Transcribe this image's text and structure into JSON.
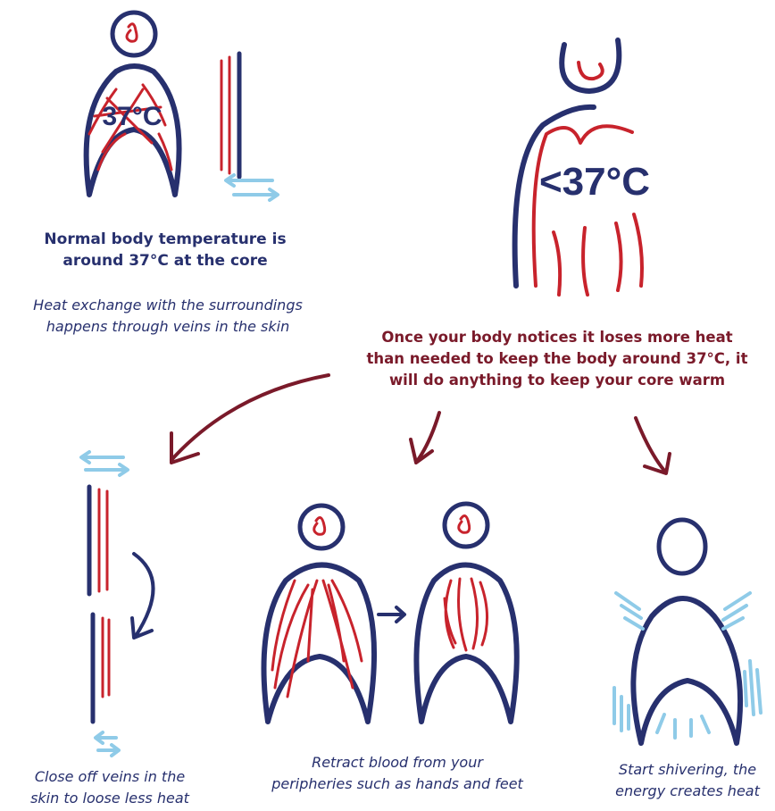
{
  "labels": {
    "core_temp": "37°C",
    "below_temp": "<37°C"
  },
  "captions": {
    "normal_line1": "Normal body temperature is",
    "normal_line2": "around 37°C at the core",
    "exchange_line1": "Heat exchange with the surroundings",
    "exchange_line2": "happens through veins in the skin",
    "notice_line1": "Once your body notices it loses more heat",
    "notice_line2": "than needed to keep the body around 37°C, it",
    "notice_line3": "will do anything to keep your core warm",
    "close_line1": "Close off veins in the",
    "close_line2": "skin to loose less heat",
    "retract_line1": "Retract blood from your",
    "retract_line2": "peripheries such as hands and feet",
    "shiver_line1": "Start shivering, the",
    "shiver_line2": "energy creates heat"
  },
  "colors": {
    "navy": "#27306e",
    "red": "#c8232c",
    "light_blue": "#8fcbe8",
    "dark_red": "#7a1a2a"
  }
}
